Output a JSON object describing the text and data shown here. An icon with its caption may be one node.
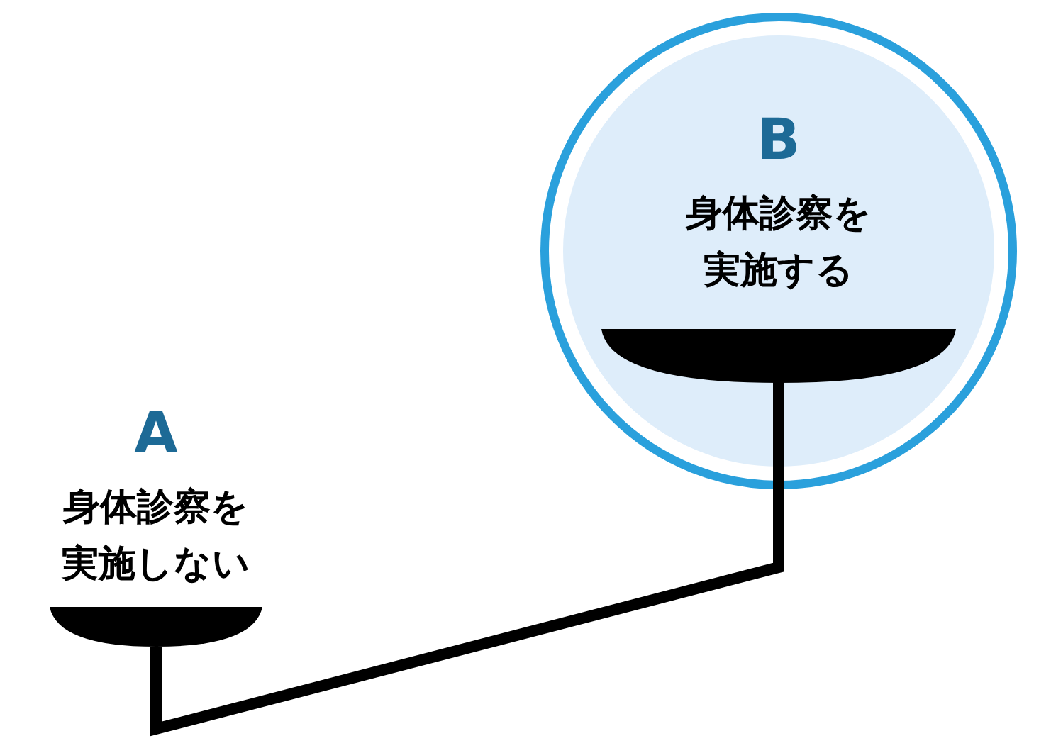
{
  "diagram": {
    "nodes": [
      {
        "text": [
          "A",
          "身体診察を実施しない"
        ]
      },
      {
        "text": [
          "B",
          "身体診察を実施する"
        ]
      }
    ],
    "edges": [
      {
        "from": 0,
        "to": 1,
        "arrow": "none"
      }
    ]
  }
}
